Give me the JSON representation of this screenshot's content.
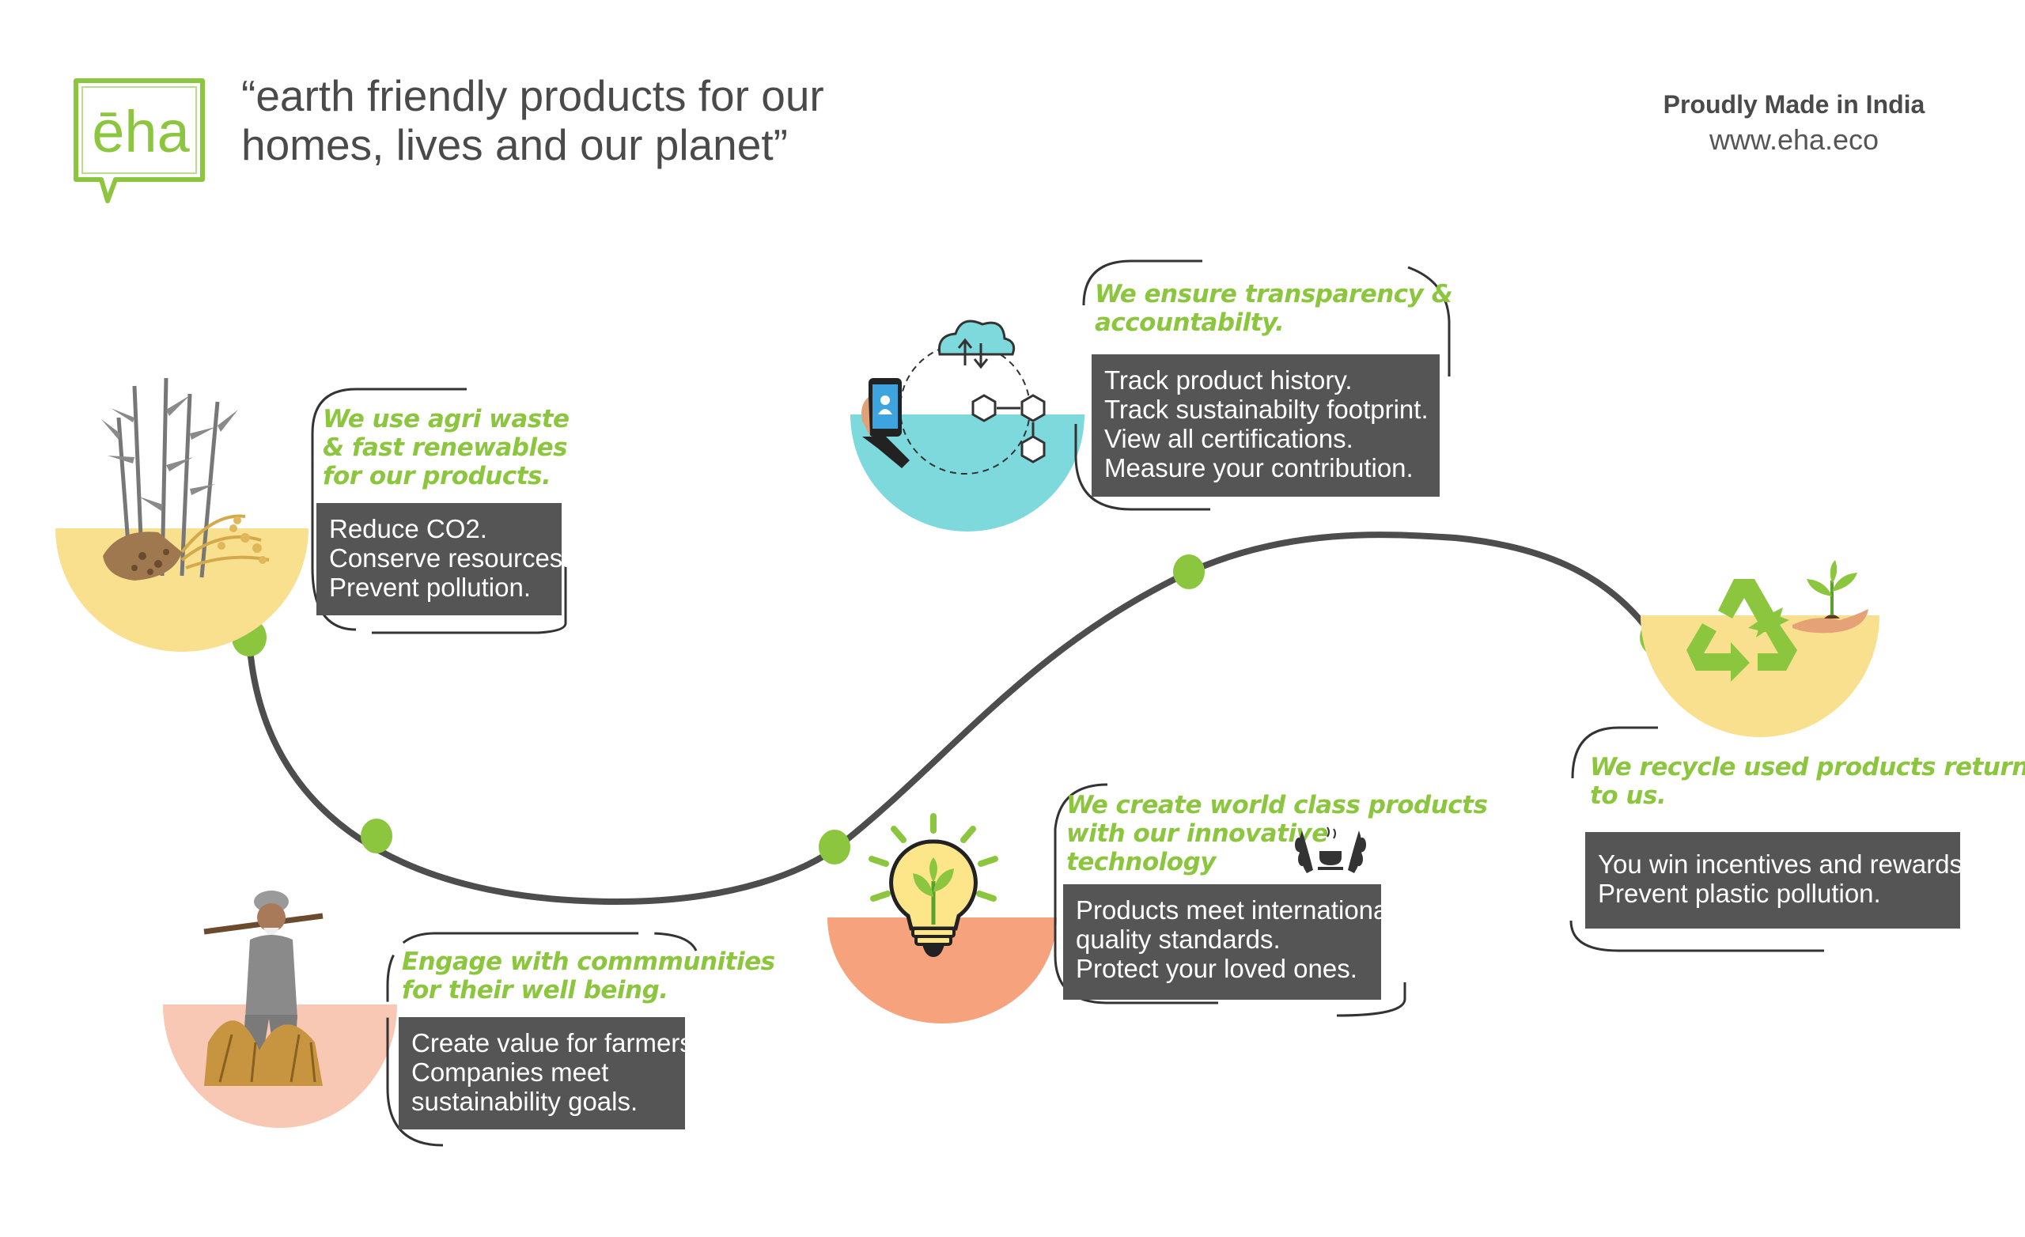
{
  "logo": {
    "text": "ēha"
  },
  "header": {
    "tagline_line1": "“earth friendly products for our",
    "tagline_line2": "homes, lives and our planet”",
    "made_in": "Proudly Made in India",
    "website": "www.eha.eco"
  },
  "stages": [
    {
      "heading": [
        "We use agri waste",
        "& fast renewables",
        "for our products."
      ],
      "points": [
        "Reduce CO2.",
        "Conserve resources.",
        "Prevent pollution."
      ],
      "bowl_color": "#f9e08f"
    },
    {
      "heading": [
        "Engage with commmunities",
        "for their well being."
      ],
      "points": [
        "Create value for farmers.",
        "Companies meet",
        "sustainability goals."
      ],
      "bowl_color": "#f8c8b4"
    },
    {
      "heading": [
        "We create world class products",
        "with our innovative",
        "technology"
      ],
      "points": [
        "Products meet international",
        "quality standards.",
        "Protect your loved ones."
      ],
      "bowl_color": "#f6a27c"
    },
    {
      "heading": [
        "We ensure transparency &",
        "accountabilty."
      ],
      "points": [
        "Track product history.",
        "Track sustainabilty footprint.",
        "View all certifications.",
        "Measure your contribution."
      ],
      "bowl_color": "#7dd9dc"
    },
    {
      "heading": [
        "We recycle used products returned",
        "to us."
      ],
      "points": [
        "You win incentives and rewards.",
        "Prevent plastic pollution."
      ],
      "bowl_color": "#f9e08f"
    }
  ],
  "colors": {
    "accent_green": "#8cc63f",
    "box_gray": "#555555",
    "curve": "#4d4d4d",
    "text": "#4a4a4a"
  },
  "icons": [
    "bamboo-icon",
    "farmer-icon",
    "lightbulb-icon",
    "award-laurel-icon",
    "phone-cloud-blockchain-icon",
    "recycle-icon",
    "sprout-hand-icon"
  ]
}
